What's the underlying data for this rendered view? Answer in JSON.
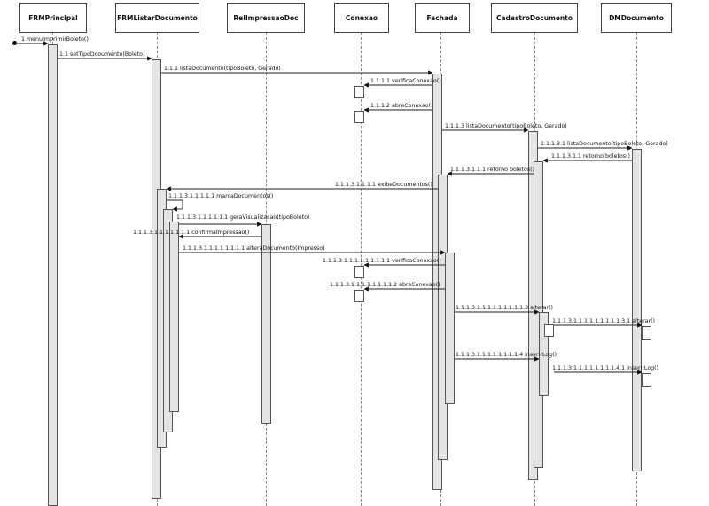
{
  "diagram": {
    "type": "uml-sequence",
    "participants": [
      "FRMPrincipal",
      "FRMListarDocumento",
      "RelImpressaoDoc",
      "Conexao",
      "Fachada",
      "CadastroDocumento",
      "DMDocumento"
    ],
    "messages": [
      {
        "label": "1 menuImprimirBoleto()"
      },
      {
        "label": "1.1 setTipoDcoumento(Boleto)"
      },
      {
        "label": "1.1.1 listaDocumento(tipoBoleto, Gerado)"
      },
      {
        "label": "1.1.1.1 verificaConexao()"
      },
      {
        "label": "1.1.1.2 abreConexao()"
      },
      {
        "label": "1.1.1.3 listaDocumento(tipoBoleto, Gerado)"
      },
      {
        "label": "1.1.1.3.1 listaDocumento(tipoBoleto, Gerado)"
      },
      {
        "label": "1.1.1.3.1.1 retorno boletos()"
      },
      {
        "label": "1.1.1.3.1.1.1 retorno boletos()"
      },
      {
        "label": "1.1.1.3.1.1.1.1 exibeDocumentos()"
      },
      {
        "label": "1.1.1.3.1.1.1.1.1 marcaDocumentos()"
      },
      {
        "label": "1.1.1.3.1.1.1.1.1.1 geraVisualizacao(tipoBoleto)"
      },
      {
        "label": "1.1.1.3.1.1.1.1.1.1.1 confirmaImpressao()"
      },
      {
        "label": "1.1.1.3.1.1.1.1.1.1.1.1 alteraDocumento(Impresso)"
      },
      {
        "label": "1.1.1.3.1.1.1.1.1.1.1.1.1 verificaConexao()"
      },
      {
        "label": "1.1.1.3.1.1.1.1.1.1.1.1.2 abreConexao()"
      },
      {
        "label": "1.1.1.3.1.1.1.1.1.1.1.1.1.3 alterar()"
      },
      {
        "label": "1.1.1.3.1.1.1.1.1.1.1.1.1.3.1 alterar()"
      },
      {
        "label": "1.1.1.3.1.1.1.1.1.1.1.1.4 inserirLog()"
      },
      {
        "label": "1.1.1.3.1.1.1.1.1.1.1.1.4.1 inserirLog()"
      }
    ]
  }
}
